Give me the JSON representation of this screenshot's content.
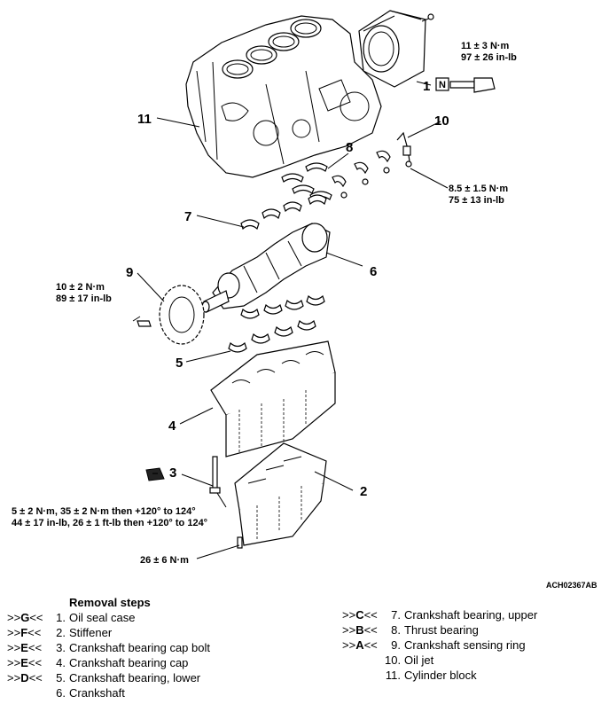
{
  "callouts": {
    "c1": "1",
    "c2": "2",
    "c3": "3",
    "c4": "4",
    "c5": "5",
    "c6": "6",
    "c7": "7",
    "c8": "8",
    "c9": "9",
    "c10": "10",
    "c11": "11"
  },
  "specs": {
    "oil_seal_case_line1": "11 ± 3 N·m",
    "oil_seal_case_line2": "97 ± 26 in-lb",
    "oil_jet_line1": "8.5 ± 1.5 N·m",
    "oil_jet_line2": "75 ± 13 in-lb",
    "sensing_ring_line1": "10 ± 2 N·m",
    "sensing_ring_line2": "89 ± 17 in-lb",
    "cap_bolt_line1": "5 ± 2 N·m, 35 ± 2 N·m then +120° to 124°",
    "cap_bolt_line2": "44 ± 17 in-lb, 26 ± 1 ft-lb then +120° to 124°",
    "stiffener_bolt": "26 ± 6 N·m"
  },
  "figure_id": "ACH02367AB",
  "removal_steps": {
    "title": "Removal steps",
    "left": [
      {
        "mark_pre": ">>",
        "mark_letter": "G",
        "mark_post": "<<",
        "num": "1.",
        "text": "Oil seal case"
      },
      {
        "mark_pre": ">>",
        "mark_letter": "F",
        "mark_post": "<<",
        "num": "2.",
        "text": "Stiffener"
      },
      {
        "mark_pre": ">>",
        "mark_letter": "E",
        "mark_post": "<<",
        "num": "3.",
        "text": "Crankshaft bearing cap bolt"
      },
      {
        "mark_pre": ">>",
        "mark_letter": "E",
        "mark_post": "<<",
        "num": "4.",
        "text": "Crankshaft bearing cap"
      },
      {
        "mark_pre": ">>",
        "mark_letter": "D",
        "mark_post": "<<",
        "num": "5.",
        "text": "Crankshaft bearing, lower"
      },
      {
        "mark_pre": "",
        "mark_letter": "",
        "mark_post": "",
        "num": "6.",
        "text": "Crankshaft"
      }
    ],
    "right": [
      {
        "mark_pre": ">>",
        "mark_letter": "C",
        "mark_post": "<<",
        "num": "7.",
        "text": "Crankshaft bearing, upper"
      },
      {
        "mark_pre": ">>",
        "mark_letter": "B",
        "mark_post": "<<",
        "num": "8.",
        "text": "Thrust bearing"
      },
      {
        "mark_pre": ">>",
        "mark_letter": "A",
        "mark_post": "<<",
        "num": "9.",
        "text": "Crankshaft sensing ring"
      },
      {
        "mark_pre": "",
        "mark_letter": "",
        "mark_post": "",
        "num": "10.",
        "text": "Oil jet"
      },
      {
        "mark_pre": "",
        "mark_letter": "",
        "mark_post": "",
        "num": "11.",
        "text": "Cylinder block"
      }
    ]
  }
}
